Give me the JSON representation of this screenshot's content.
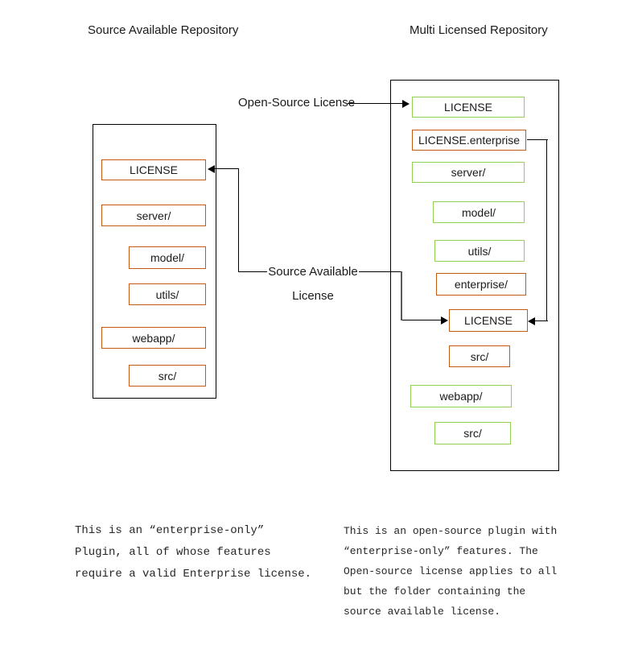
{
  "colors": {
    "orange": "#C55A11",
    "green": "#92D050",
    "line": "#000000",
    "gray_line": "#595959"
  },
  "left_repo": {
    "title": "Source Available Repository",
    "items": [
      {
        "label": "LICENSE"
      },
      {
        "label": "server/"
      },
      {
        "label": "model/"
      },
      {
        "label": "utils/"
      },
      {
        "label": "webapp/"
      },
      {
        "label": "src/"
      }
    ],
    "note": "This is an “enterprise-only”\nPlugin, all of whose features\nrequire a valid Enterprise license."
  },
  "right_repo": {
    "title": "Multi Licensed Repository",
    "items": [
      {
        "label": "LICENSE"
      },
      {
        "label": "LICENSE.enterprise"
      },
      {
        "label": "server/"
      },
      {
        "label": "model/"
      },
      {
        "label": "utils/"
      },
      {
        "label": "enterprise/"
      },
      {
        "label": "LICENSE"
      },
      {
        "label": "src/"
      },
      {
        "label": "webapp/"
      },
      {
        "label": "src/"
      }
    ],
    "note": "This is an open-source plugin with\n“enterprise-only” features. The\nOpen-source license applies to all\nbut the folder containing the\nsource available license."
  },
  "annotations": {
    "open_source_license": "Open-Source License",
    "source_available_license": "Source Available\nLicense"
  }
}
